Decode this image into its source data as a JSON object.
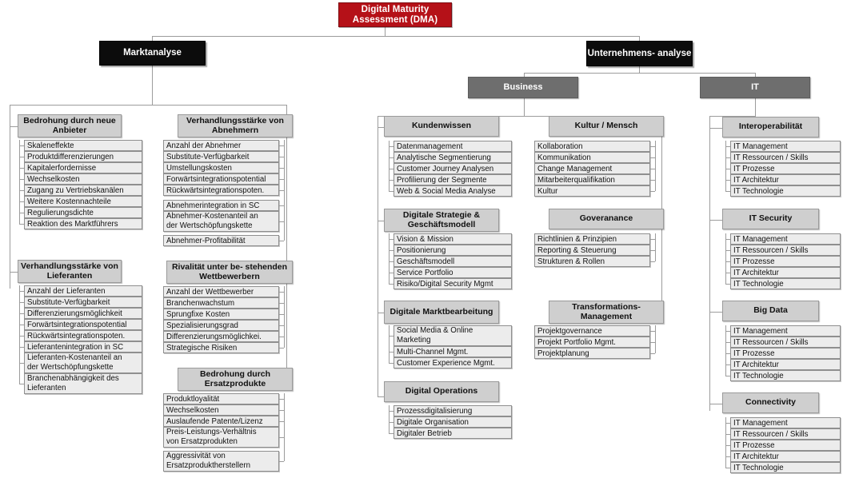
{
  "diagram": {
    "title": "Digital Maturity Assessment (DMA)",
    "colors": {
      "root": "#b51118",
      "level1": "#0c0c0c",
      "level2": "#6e6e6e",
      "group": "#cfcfcf",
      "leaf": "#ececec",
      "connector": "#9c9c9c"
    },
    "root": {
      "label": "Digital Maturity\nAssessment (DMA)"
    },
    "branches": [
      {
        "id": "marktanalyse",
        "label": "Marktanalyse"
      },
      {
        "id": "unternehmensanalyse",
        "label": "Unternehmens-\nanalyse"
      }
    ],
    "sublevels": [
      {
        "id": "business",
        "label": "Business"
      },
      {
        "id": "it",
        "label": "IT"
      }
    ],
    "groups": [
      {
        "id": "bedrohung-neue-anbieter",
        "column": "marktanalyse-left",
        "title": "Bedrohung durch\nneue Anbieter",
        "items": [
          "Skaleneffekte",
          "Produktdifferenzierungen",
          "Kapitalerfordernisse",
          "Wechselkosten",
          "Zugang zu Vertriebskanälen",
          "Weitere Kostennachteile",
          "Regulierungsdichte",
          "Reaktion des Marktführers"
        ]
      },
      {
        "id": "verhandlungsstaerke-lieferanten",
        "column": "marktanalyse-left",
        "title": "Verhandlungsstärke\nvon Lieferanten",
        "items": [
          "Anzahl der Lieferanten",
          "Substitute-Verfügbarkeit",
          "Differenzierungsmöglichkeit",
          "Forwärtsintegrationspotential",
          "Rückwärtsintegrationspoten.",
          "Lieferantenintegration in SC",
          "Lieferanten-Kostenanteil an\nder Wertschöpfungskette",
          "Branchenabhängigkeit des\nLieferanten"
        ]
      },
      {
        "id": "verhandlungsstaerke-abnehmern",
        "column": "marktanalyse-right",
        "title": "Verhandlungsstärke\nvon Abnehmern",
        "items": [
          "Anzahl der Abnehmer",
          "Substitute-Verfügbarkeit",
          "Umstellungskosten",
          "Forwärtsintegrationspotential",
          "Rückwärtsintegrationspoten.",
          "Abnehmerintegration in SC",
          "Abnehmer-Kostenanteil an\nder Wertschöpfungskette",
          "Abnehmer-Profitabilität"
        ]
      },
      {
        "id": "rivalitaet",
        "column": "marktanalyse-right",
        "title": "Rivalität unter be-\nstehenden Wettbewerbern",
        "items": [
          "Anzahl der Wettbewerber",
          "Branchenwachstum",
          "Sprungfixe Kosten",
          "Spezialisierungsgrad",
          "Differenzierungsmöglichkei.",
          "Strategische Risiken"
        ]
      },
      {
        "id": "bedrohung-ersatzprodukte",
        "column": "marktanalyse-right",
        "title": "Bedrohung durch\nErsatzprodukte",
        "items": [
          "Produktloyalität",
          "Wechselkosten",
          "Auslaufende Patente/Lizenz",
          "Preis-Leistungs-Verhältnis\nvon Ersatzprodukten",
          "Aggressivität von\nErsatzproduktherstellern"
        ]
      },
      {
        "id": "kundenwissen",
        "column": "business-left",
        "title": "Kundenwissen",
        "items": [
          "Datenmanagement",
          "Analytische Segmentierung",
          "Customer Journey Analysen",
          "Profilierung der Segmente",
          "Web & Social Media Analyse"
        ]
      },
      {
        "id": "digitale-strategie",
        "column": "business-left",
        "title": "Digitale Strategie\n& Geschäftsmodell",
        "items": [
          "Vision & Mission",
          "Positionierung",
          "Geschäftsmodell",
          "Service Portfolio",
          "Risiko/Digital Security Mgmt"
        ]
      },
      {
        "id": "digitale-marktbearbeitung",
        "column": "business-left",
        "title": "Digitale\nMarktbearbeitung",
        "items": [
          "Social Media & Online\nMarketing",
          "Multi-Channel Mgmt.",
          "Customer Experience Mgmt."
        ]
      },
      {
        "id": "digital-operations",
        "column": "business-left",
        "title": "Digital Operations",
        "items": [
          "Prozessdigitalisierung",
          "Digitale Organisation",
          "Digitaler Betrieb"
        ]
      },
      {
        "id": "kultur-mensch",
        "column": "business-right",
        "title": "Kultur / Mensch",
        "items": [
          "Kollaboration",
          "Kommunikation",
          "Change Management",
          "Mitarbeiterqualifikation",
          "Kultur"
        ]
      },
      {
        "id": "goveranance",
        "column": "business-right",
        "title": "Goveranance",
        "items": [
          "Richtlinien & Prinzipien",
          "Reporting & Steuerung",
          "Strukturen & Rollen"
        ]
      },
      {
        "id": "transformations-management",
        "column": "business-right",
        "title": "Transformations-\nManagement",
        "items": [
          "Projektgovernance",
          "Projekt Portfolio Mgmt.",
          "Projektplanung"
        ]
      },
      {
        "id": "interoperabilitaet",
        "column": "it",
        "title": "Interoperabilität",
        "items": [
          "IT Management",
          "IT Ressourcen / Skills",
          "IT Prozesse",
          "IT Architektur",
          "IT Technologie"
        ]
      },
      {
        "id": "it-security",
        "column": "it",
        "title": "IT Security",
        "items": [
          "IT Management",
          "IT Ressourcen / Skills",
          "IT Prozesse",
          "IT Architektur",
          "IT Technologie"
        ]
      },
      {
        "id": "big-data",
        "column": "it",
        "title": "Big Data",
        "items": [
          "IT Management",
          "IT Ressourcen / Skills",
          "IT Prozesse",
          "IT Architektur",
          "IT Technologie"
        ]
      },
      {
        "id": "connectivity",
        "column": "it",
        "title": "Connectivity",
        "items": [
          "IT Management",
          "IT Ressourcen / Skills",
          "IT Prozesse",
          "IT Architektur",
          "IT Technologie"
        ]
      }
    ]
  }
}
